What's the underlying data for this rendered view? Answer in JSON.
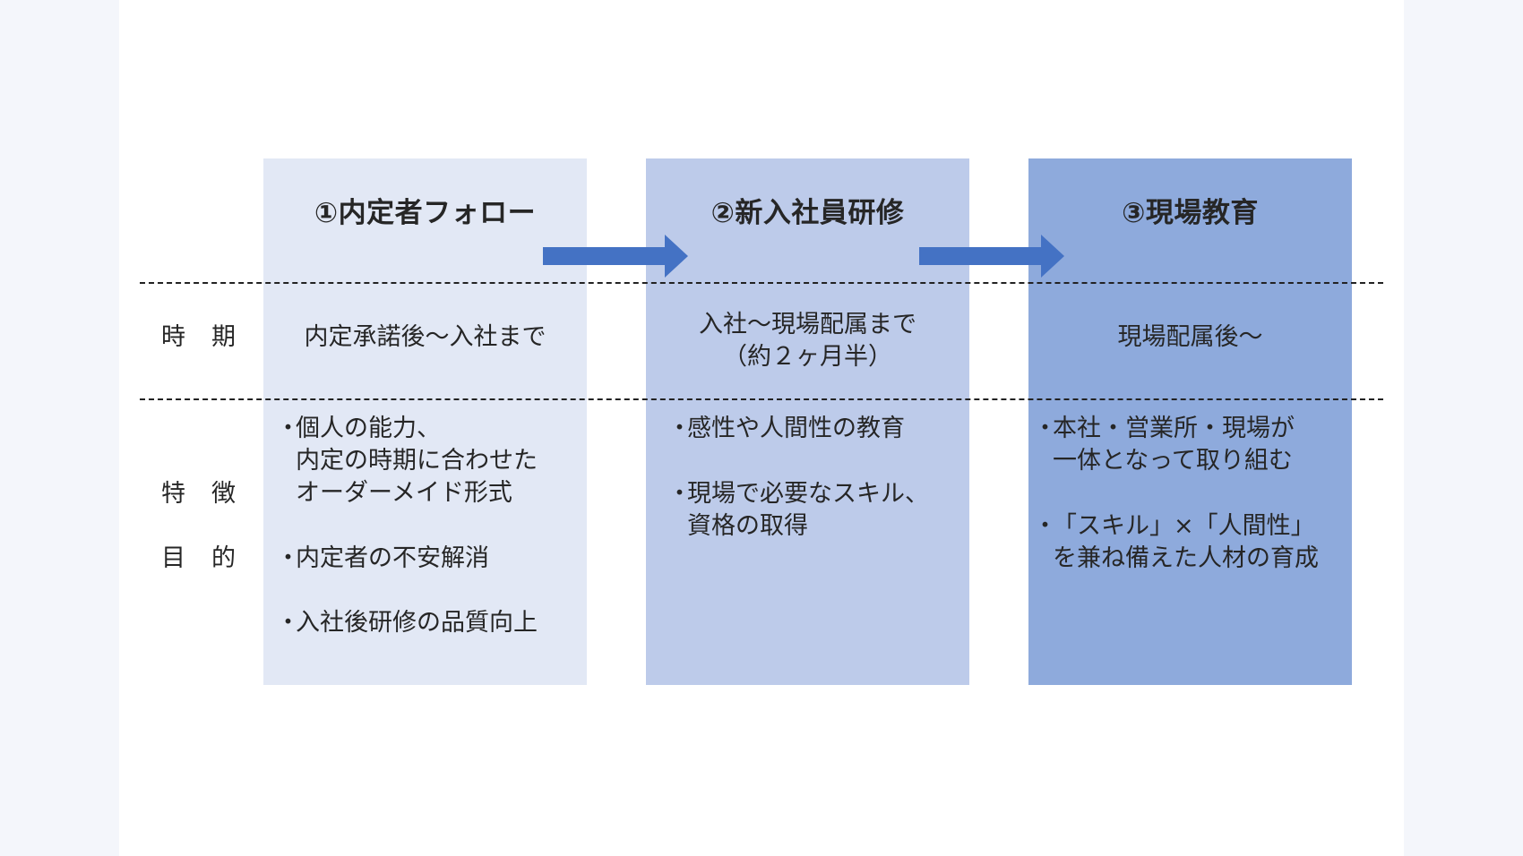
{
  "row_labels": {
    "period": "時　期",
    "feature": "特　徴",
    "purpose": "目　的"
  },
  "bullet_mark": "・",
  "stages": [
    {
      "title": "①内定者フォロー",
      "period_lines": [
        "内定承諾後～入社まで"
      ],
      "bullets": [
        [
          "個人の能力、",
          "内定の時期に合わせた",
          "オーダーメイド形式"
        ],
        [
          "内定者の不安解消"
        ],
        [
          "入社後研修の品質向上"
        ]
      ],
      "color": "#e2e8f5"
    },
    {
      "title": "②新入社員研修",
      "period_lines": [
        "入社～現場配属まで",
        "（約２ヶ月半）"
      ],
      "bullets": [
        [
          "感性や人間性の教育"
        ],
        [
          "現場で必要なスキル、",
          "資格の取得"
        ]
      ],
      "color": "#bdcbea"
    },
    {
      "title": "③現場教育",
      "period_lines": [
        "現場配属後～"
      ],
      "bullets": [
        [
          "本社・営業所・現場が",
          "一体となって取り組む"
        ],
        [
          "「スキル」×「人間性」",
          "を兼ね備えた人材の育成"
        ]
      ],
      "color": "#8eaadc"
    }
  ],
  "arrow_color": "#4472c4"
}
